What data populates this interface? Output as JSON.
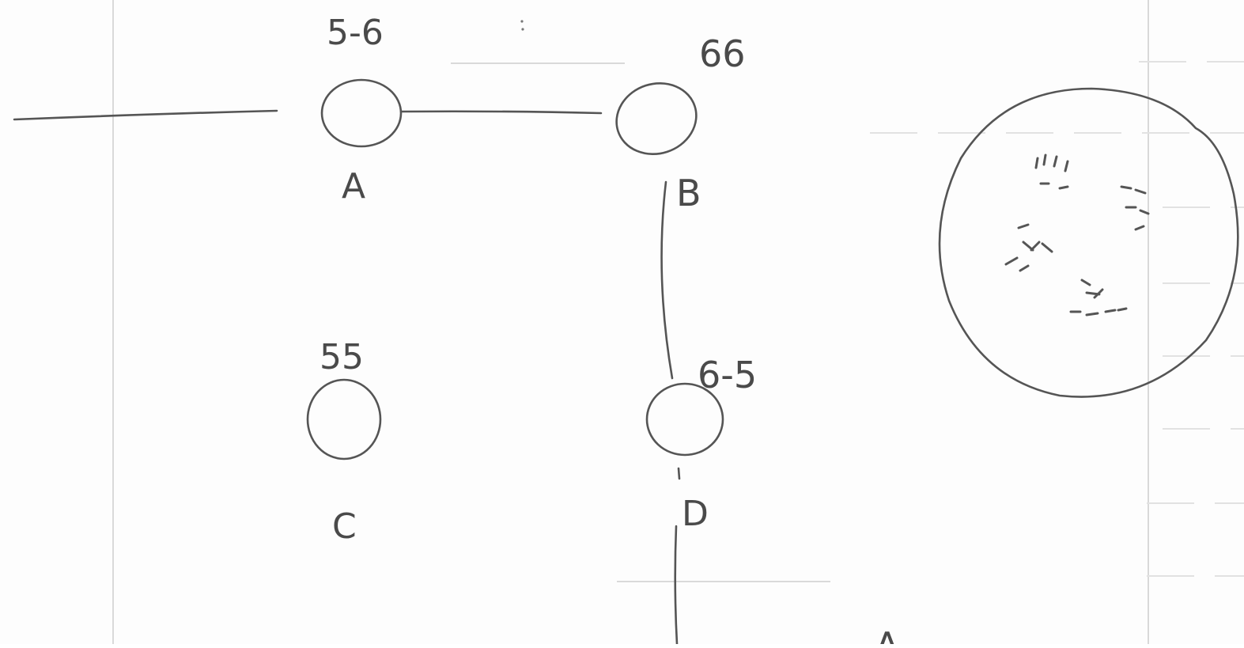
{
  "nodes": [
    {
      "id": "A",
      "label": "A",
      "value": "5-6"
    },
    {
      "id": "B",
      "label": "B",
      "value": "66"
    },
    {
      "id": "C",
      "label": "C",
      "value": "55"
    },
    {
      "id": "D",
      "label": "D",
      "value": "6-5"
    }
  ],
  "edges": [
    {
      "from": "",
      "to": "A"
    },
    {
      "from": "A",
      "to": "B"
    },
    {
      "from": "B",
      "to": "D"
    },
    {
      "from": "D",
      "to": ""
    }
  ],
  "corner_text": "A"
}
